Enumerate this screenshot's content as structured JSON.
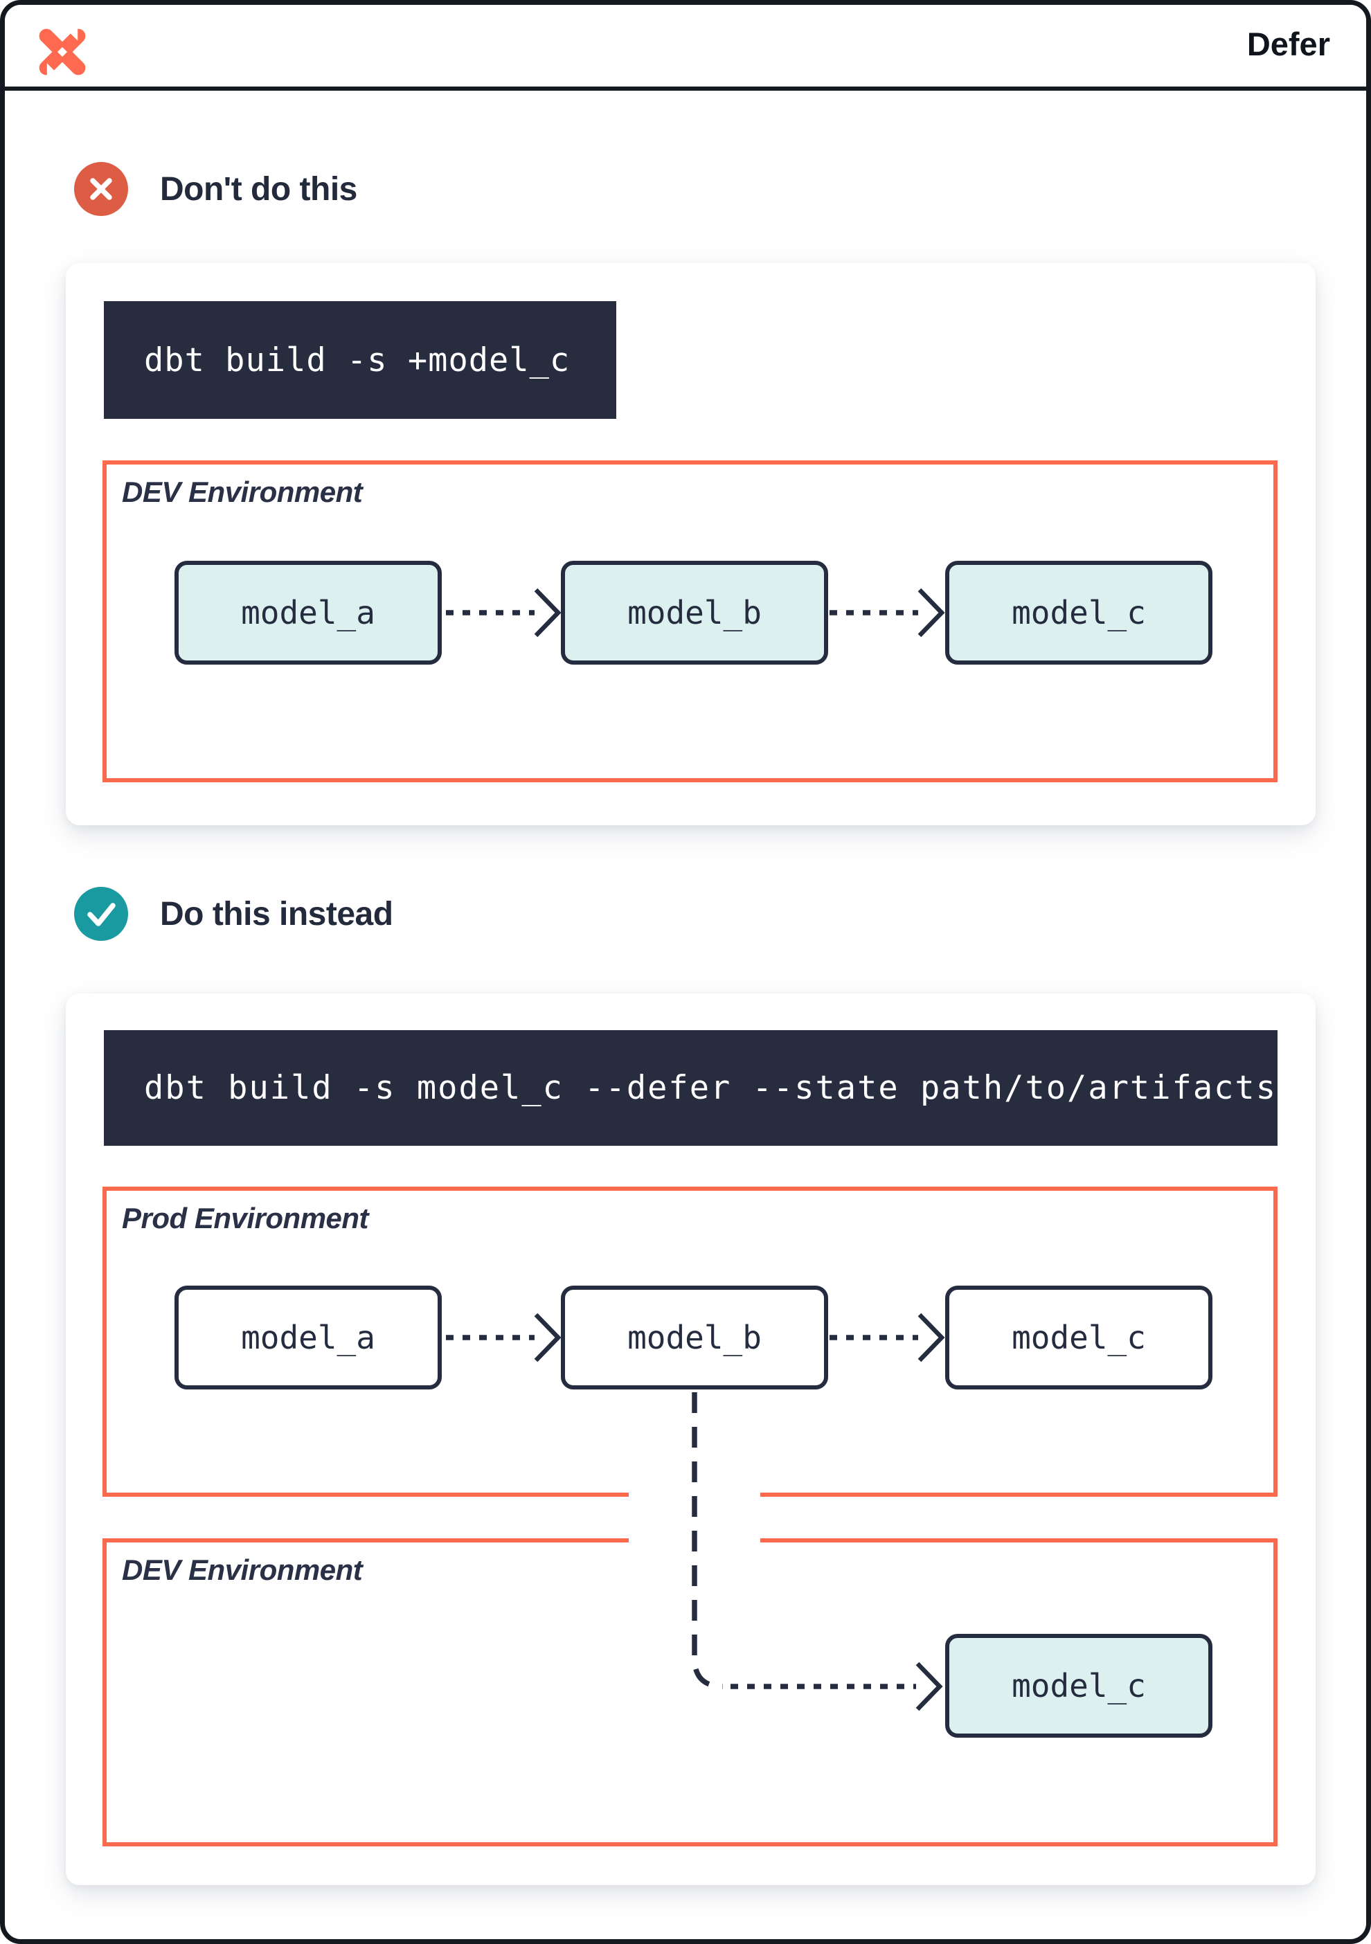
{
  "header": {
    "title": "Defer",
    "logo": "dbt-logo"
  },
  "dont_section": {
    "badge_icon": "x-circle-icon",
    "heading": "Don't do this",
    "command": "dbt build -s +model_c",
    "environment": {
      "label": "DEV Environment",
      "models": [
        {
          "label": "model_a"
        },
        {
          "label": "model_b"
        },
        {
          "label": "model_c"
        }
      ]
    }
  },
  "do_section": {
    "badge_icon": "check-circle-icon",
    "heading": "Do this instead",
    "command": "dbt build -s model_c --defer --state path/to/artifacts",
    "prod_environment": {
      "label": "Prod Environment",
      "models": [
        {
          "label": "model_a"
        },
        {
          "label": "model_b"
        },
        {
          "label": "model_c"
        }
      ]
    },
    "dev_environment": {
      "label": "DEV Environment",
      "models": [
        {
          "label": "model_c"
        }
      ]
    }
  },
  "colors": {
    "accent_orange": "#fb6a4d",
    "logo_orange": "#ff6950",
    "badge_red": "#dd5c44",
    "badge_teal": "#189aa0",
    "navy": "#262c3f",
    "code_background": "#272c3f",
    "model_teal_fill": "#dcf1ef",
    "window_border": "#14181f"
  }
}
